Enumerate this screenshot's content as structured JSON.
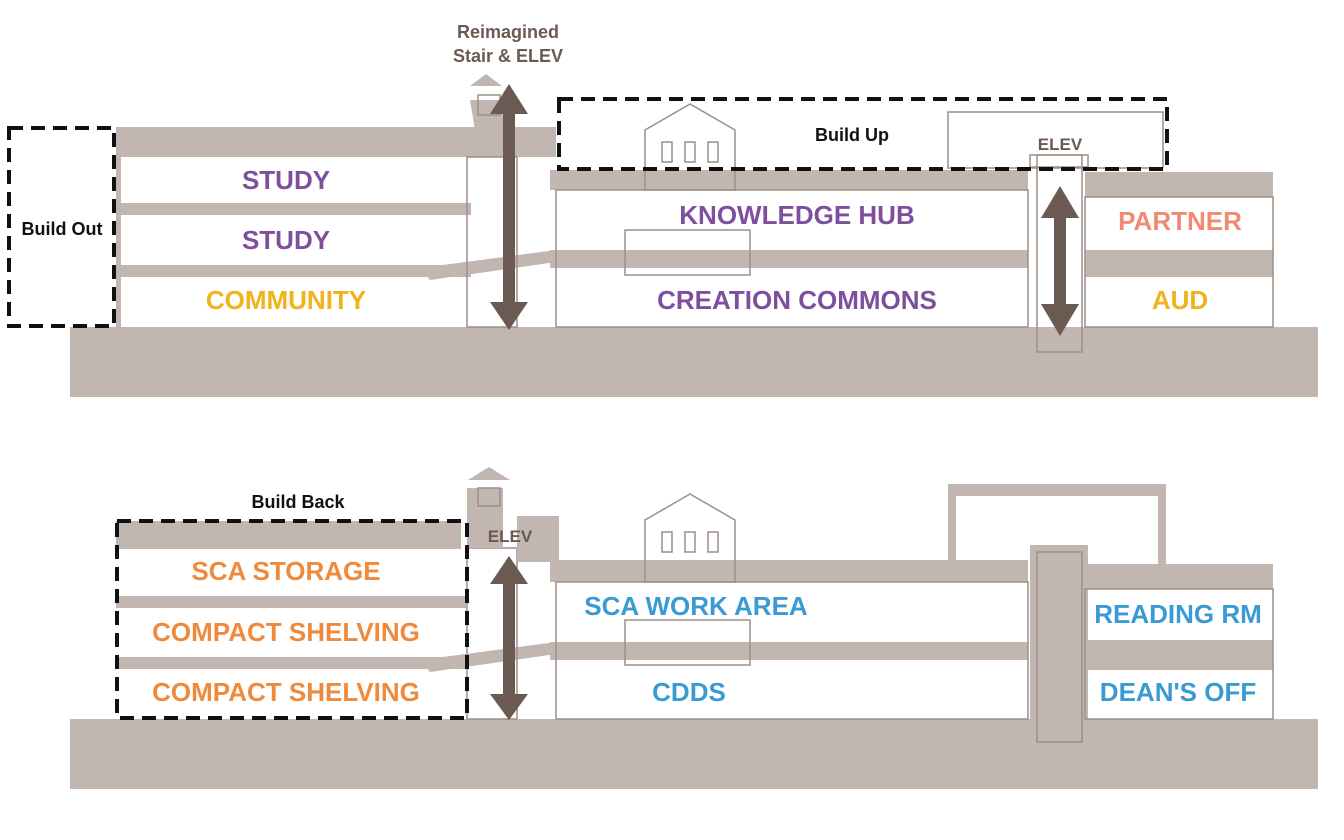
{
  "colors": {
    "purple": "#7d4f9e",
    "yellow": "#f2b21a",
    "salmon": "#f08a73",
    "orange": "#ef8a3c",
    "blue": "#3a9ad3",
    "wall": "#c2b6b0",
    "arrow": "#6b5a52"
  },
  "top": {
    "annotations": {
      "stair_line1": "Reimagined",
      "stair_line2": "Stair & ELEV",
      "build_out": "Build Out",
      "build_up": "Build Up",
      "elev": "ELEV"
    },
    "rooms": {
      "study_upper": "STUDY",
      "study_lower": "STUDY",
      "community": "COMMUNITY",
      "knowledge_hub": "KNOWLEDGE HUB",
      "creation_commons": "CREATION COMMONS",
      "partner": "PARTNER",
      "aud": "AUD"
    },
    "icons": {
      "vertical_arrow_1": "double-arrow-icon",
      "vertical_arrow_2": "double-arrow-icon"
    }
  },
  "bottom": {
    "annotations": {
      "build_back": "Build Back",
      "elev": "ELEV"
    },
    "rooms": {
      "sca_storage": "SCA STORAGE",
      "compact_shelving_upper": "COMPACT SHELVING",
      "compact_shelving_lower": "COMPACT SHELVING",
      "sca_work_area": "SCA WORK AREA",
      "cdds": "CDDS",
      "reading_rm": "READING RM",
      "deans_off": "DEAN'S OFF"
    },
    "icons": {
      "vertical_arrow": "double-arrow-icon"
    }
  }
}
